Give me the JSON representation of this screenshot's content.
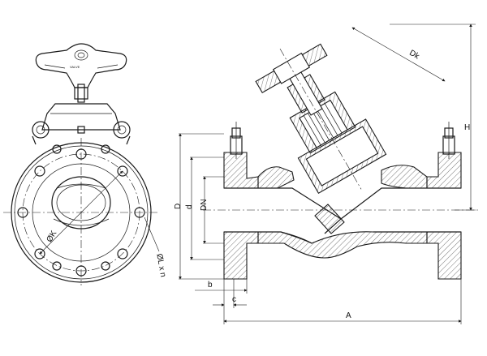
{
  "dimensions": {
    "D": "D",
    "d": "d",
    "DN": "DN",
    "H": "H",
    "Dk": "Dk",
    "A": "A",
    "b": "b",
    "c": "c",
    "K": "ØK",
    "L": "ØL x n"
  },
  "handwheel_marking": "VALVE"
}
